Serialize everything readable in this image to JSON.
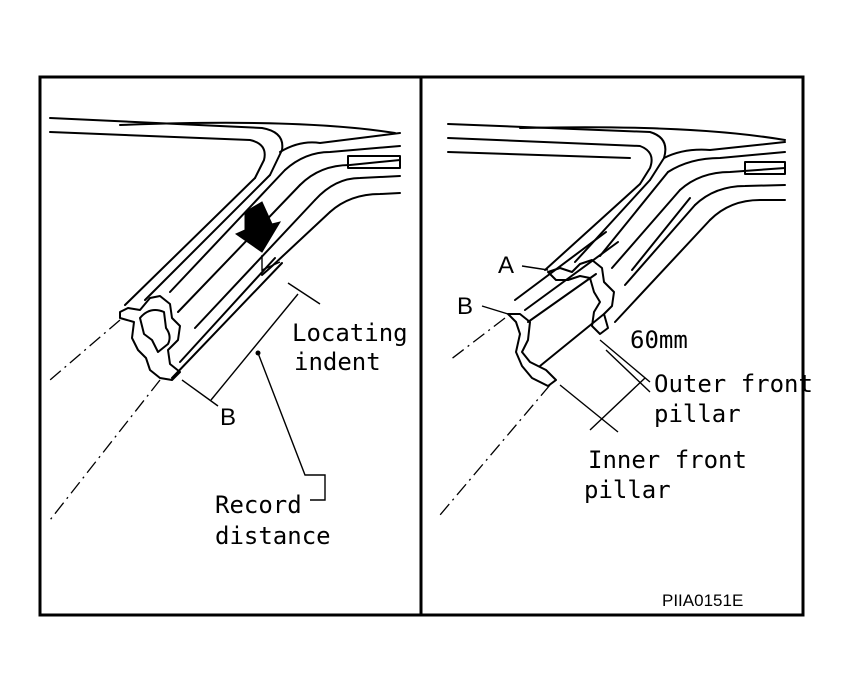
{
  "left_panel": {
    "labels": {
      "locating_line1": "Locating",
      "locating_line2": "indent",
      "point_b": "B",
      "record_line1": "Record",
      "record_line2": "distance"
    }
  },
  "right_panel": {
    "labels": {
      "point_a": "A",
      "point_b": "B",
      "distance": "60mm",
      "outer_line1": "Outer front",
      "outer_line2": "pillar",
      "inner_line1": "Inner front",
      "inner_line2": "pillar"
    }
  },
  "figure_code": "PIIA0151E"
}
